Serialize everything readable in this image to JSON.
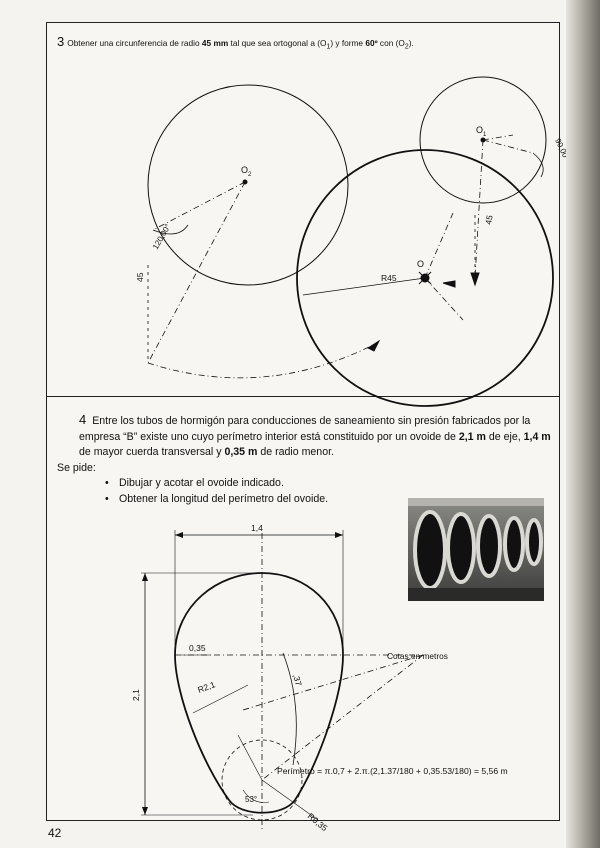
{
  "problem3": {
    "number": "3",
    "statement_part1": "Obtener una circunferencia de radio ",
    "radius_bold": "45 mm",
    "statement_part2": " tal que sea ortogonal a (O",
    "sub1": "1",
    "statement_part3": ") y forme ",
    "angle_bold": "60º",
    "statement_part4": " con (O",
    "sub2": "2",
    "statement_part5": ").",
    "labels": {
      "o1": "O",
      "o1_sub": "1",
      "o2": "O",
      "o2_sub": "2",
      "o": "O",
      "r45": "R45",
      "dim45_left": "45",
      "dim45_right": "45",
      "angle_left": "120,00°",
      "angle_right": "90,00°"
    }
  },
  "problem4": {
    "number": "4",
    "statement_a": "Entre los tubos de hormigón para conducciones de saneamiento sin presión fabricados por la empresa “B” existe uno cuyo perímetro interior está constituido por un ovoide de ",
    "axis_bold": "2,1 m",
    "statement_b": " de eje, ",
    "chord_bold": "1,4 m",
    "statement_c": " de mayor cuerda transversal y ",
    "minor_bold": "0,35 m",
    "statement_d": " de radio menor.",
    "se_pide": "Se pide:",
    "tasks": [
      "Dibujar y acotar el ovoide indicado.",
      "Obtener la longitud del perímetro del ovoide."
    ],
    "dims": {
      "width": "1,4",
      "height": "2,1",
      "offset": "0,35",
      "r21": "R2,1",
      "r037": ",37",
      "ang53": "53°",
      "r035": "R0,35"
    },
    "cotas": "Cotas en metros",
    "perimetro": "Perímetro = π.0,7 + 2.π.(2,1.37/180 + 0,35.53/180) = 5,56 m"
  },
  "page_number": "42"
}
